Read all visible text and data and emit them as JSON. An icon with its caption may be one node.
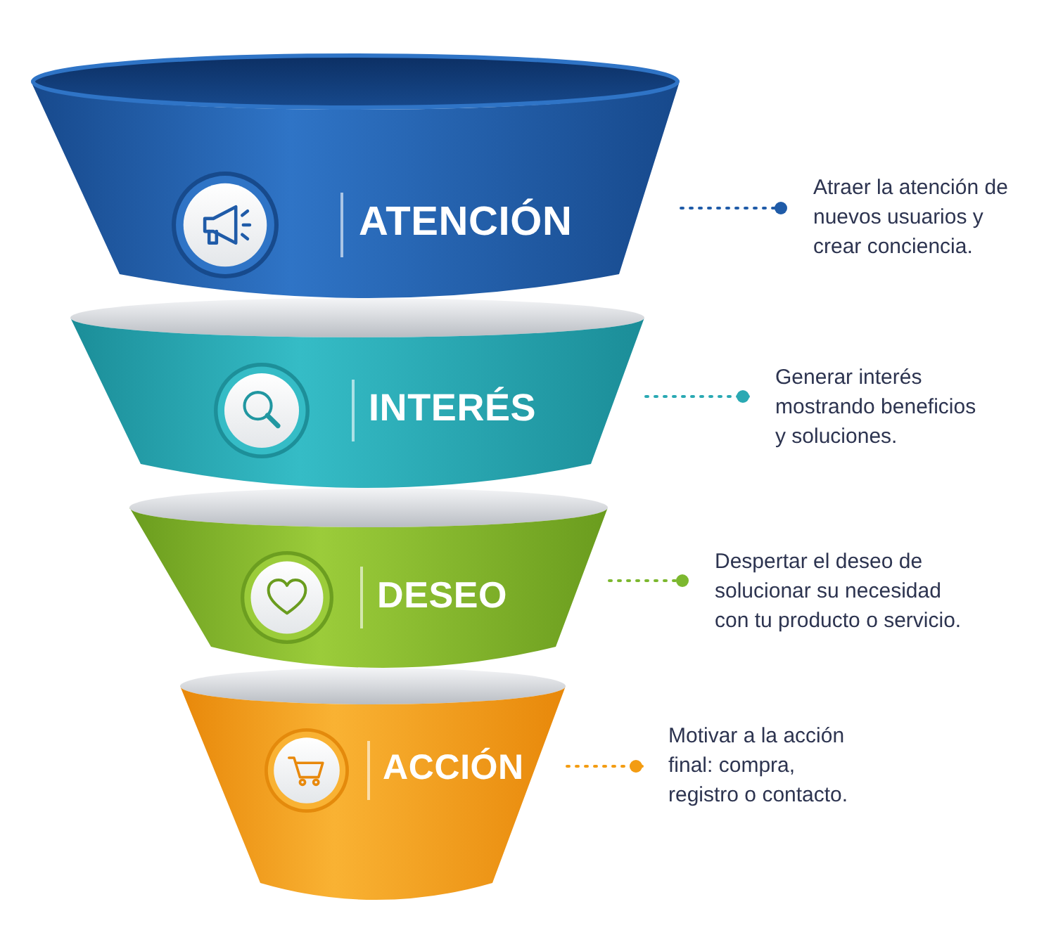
{
  "diagram": {
    "nodes": [
      {
        "text": [
          "ATENCIÓN"
        ]
      },
      {
        "text": [
          "Atraer la atención de nuevos usuarios y crear conciencia."
        ]
      },
      {
        "text": [
          "INTERÉS"
        ]
      },
      {
        "text": [
          "Generar interés mostrando beneficios y soluciones."
        ]
      },
      {
        "text": [
          "DESEO"
        ]
      },
      {
        "text": [
          "Despertar el deseo de solucionar su necesidad con tu producto o servicio."
        ]
      },
      {
        "text": [
          "ACCIÓN"
        ]
      },
      {
        "text": [
          "Motivar a la acción final: compra, registro o contacto."
        ]
      }
    ],
    "edges": [
      {
        "from": 0,
        "to": 1,
        "arrow": "other",
        "style": "dashed",
        "color": "#1f5ba8"
      },
      {
        "from": 2,
        "to": 3,
        "arrow": "other",
        "style": "dashed",
        "color": "#2aa9b3"
      },
      {
        "from": 4,
        "to": 5,
        "arrow": "other",
        "style": "dashed",
        "color": "#7cb82f"
      },
      {
        "from": 6,
        "to": 7,
        "arrow": "other",
        "style": "dashed",
        "color": "#f39c12"
      }
    ]
  }
}
